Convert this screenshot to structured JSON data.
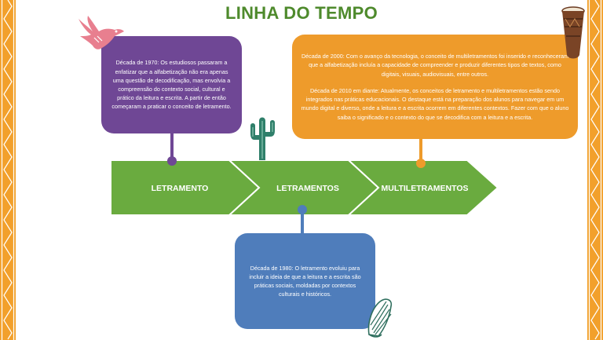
{
  "title": "LINHA DO TEMPO",
  "steps": [
    {
      "label": "LETRAMENTO"
    },
    {
      "label": "LETRAMENTOS"
    },
    {
      "label": "MULTILETRAMENTOS"
    }
  ],
  "cards": {
    "c1970": "Década de 1970: Os estudiosos passaram a enfatizar que a alfabetização não era apenas uma questão de decodificação, mas envolvia a compreensão do contexto social, cultural e prático da leitura e escrita.  A partir de então começaram a praticar o conceito de letramento.",
    "c2000": "Década de 2000:  Com o avanço da tecnologia, o conceito de multiletramentos foi inserido e reconheceram que a alfabetização incluía a capacidade de compreender e produzir diferentes tipos de textos, como digitais, visuais, audiovisuais, entre outros.",
    "c2010": "Década de 2010 em diante: Atualmente, os conceitos de letramento e multiletramentos estão sendo integrados nas práticas educacionais. O destaque está na preparação dos alunos para navegar em um mundo digital e diverso, onde a leitura e a escrita ocorrem em diferentes contextos. Fazer com que o aluno saiba o significado e o contexto do que se decodifica com  a leitura e a escrita.",
    "c1980": "Década de 1980: O letramento evoluiu para incluir a ideia de que a leitura e a escrita são práticas sociais, moldadas por contextos culturais e históricos."
  },
  "colors": {
    "title": "#4e8a2c",
    "arrows": "#6aab3f",
    "purple": "#6f4795",
    "orange": "#ee9b2b",
    "blue": "#4f7dbb",
    "border": "#f2a02b"
  },
  "icons": [
    "bird-icon",
    "cactus-icon",
    "drum-icon",
    "basket-icon"
  ]
}
